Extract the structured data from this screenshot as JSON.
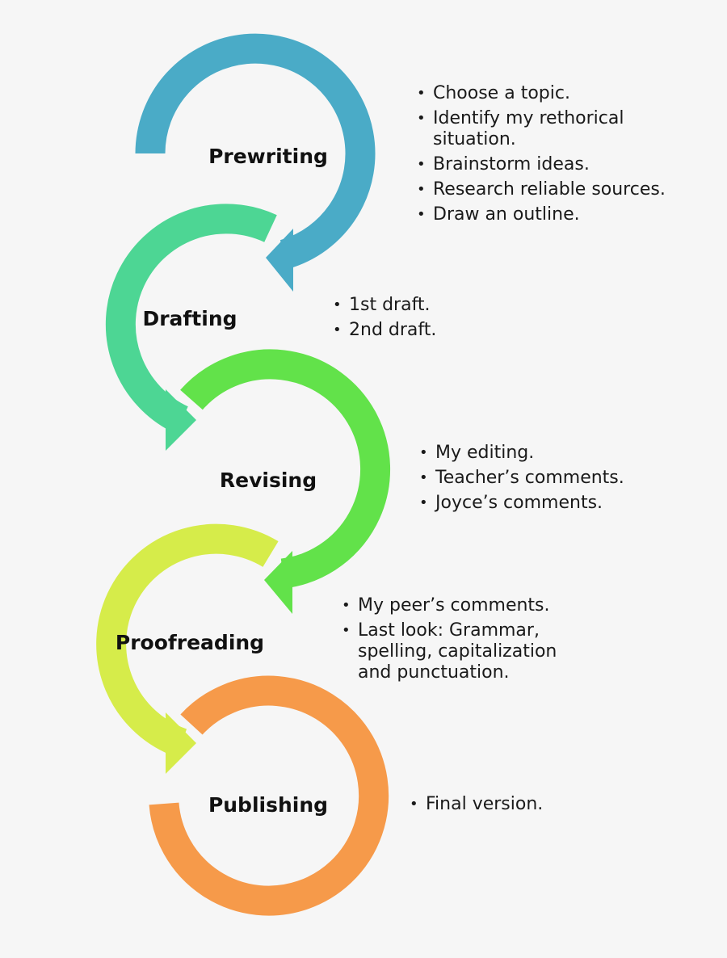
{
  "colors": {
    "prewriting": "#4aabc7",
    "drafting": "#4dd694",
    "revising": "#62e24a",
    "proofreading": "#d6ec4a",
    "publishing": "#f69a4a",
    "background": "#f6f6f6"
  },
  "stages": [
    {
      "label": "Prewriting",
      "bullets": [
        "Choose a topic.",
        "Identify my rethorical situation.",
        "Brainstorm ideas.",
        "Research reliable sources.",
        "Draw an outline."
      ]
    },
    {
      "label": "Drafting",
      "bullets": [
        "1st draft.",
        "2nd draft."
      ]
    },
    {
      "label": "Revising",
      "bullets": [
        "My editing.",
        "Teacher’s comments.",
        "Joyce’s comments."
      ]
    },
    {
      "label": "Proofreading",
      "bullets": [
        "My peer’s comments.",
        "Last look: Grammar, spelling, capitalization and punctuation."
      ]
    },
    {
      "label": "Publishing",
      "bullets": [
        "Final version."
      ]
    }
  ]
}
